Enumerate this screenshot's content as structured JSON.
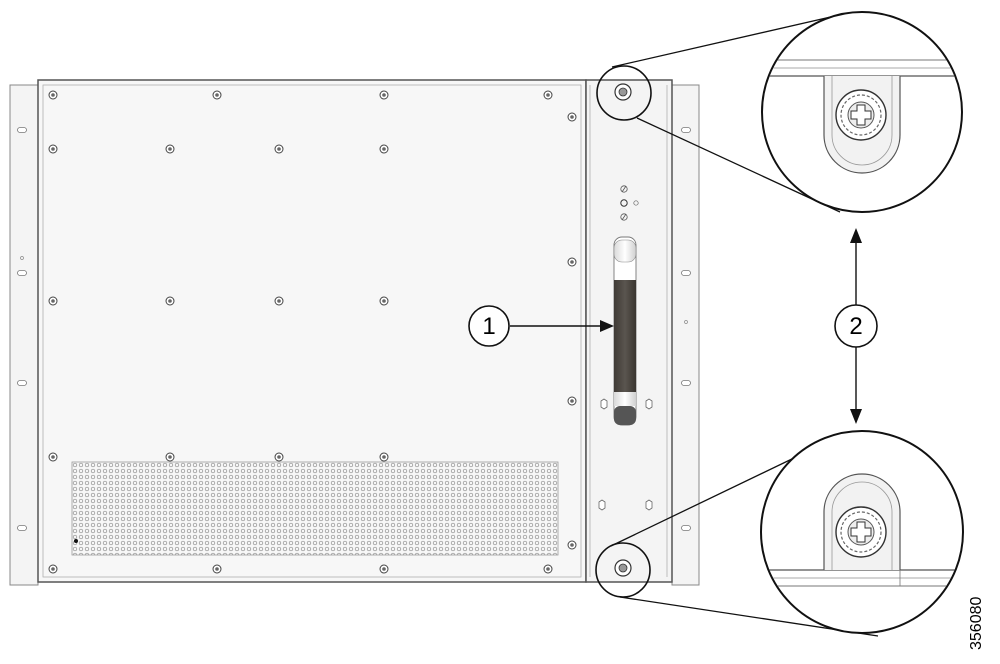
{
  "callouts": [
    {
      "number": "1"
    },
    {
      "number": "2"
    }
  ],
  "figure_id": "356080"
}
